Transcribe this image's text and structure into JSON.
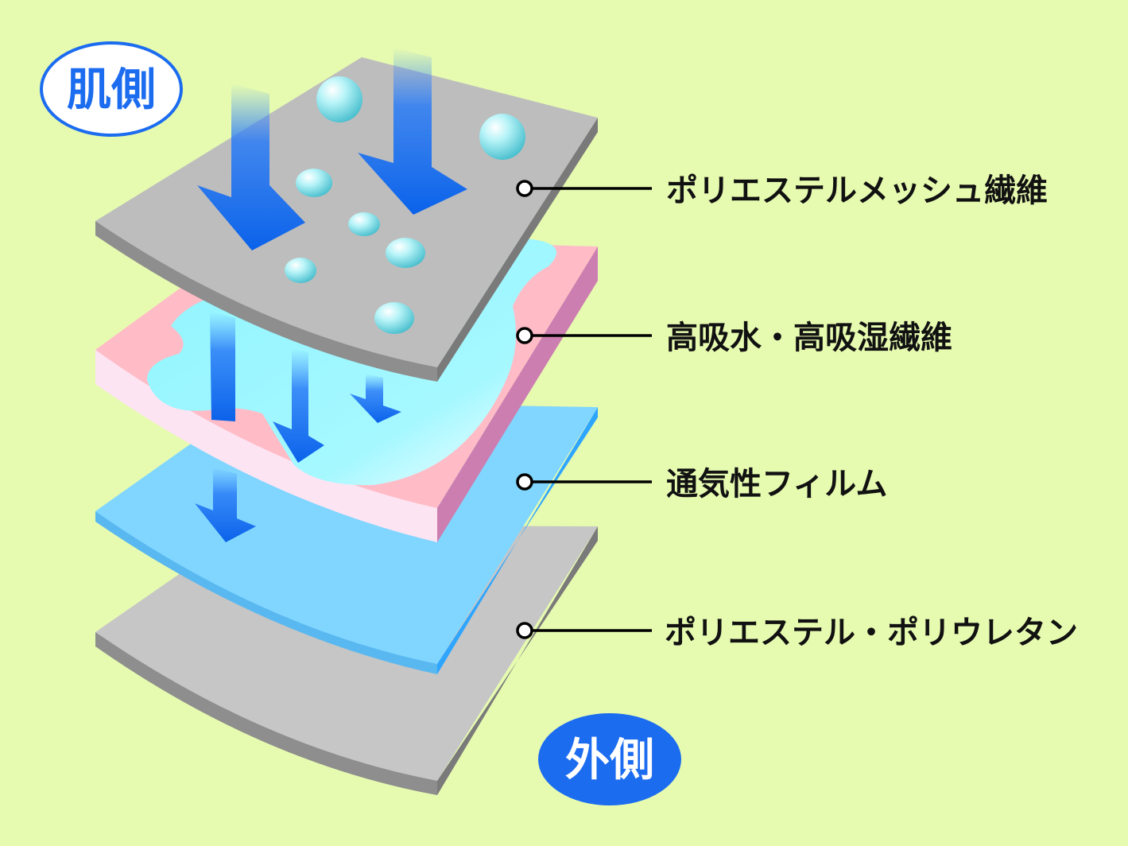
{
  "badges": {
    "skin_side": "肌側",
    "outer_side": "外側"
  },
  "layers": [
    {
      "label": "ポリエステルメッシュ繊維",
      "color": "#b9b9b9"
    },
    {
      "label": "高吸水・高吸湿繊維",
      "color": "#ffbcc6"
    },
    {
      "label": "通気性フィルム",
      "color": "#7fd6ff"
    },
    {
      "label": "ポリエステル・ポリウレタン",
      "color": "#c6c6c6"
    }
  ],
  "colors": {
    "background": "#e6fbb0",
    "arrow": "#1070f0",
    "badge_blue": "#1c6cf0",
    "water": "#9ff6ff"
  }
}
